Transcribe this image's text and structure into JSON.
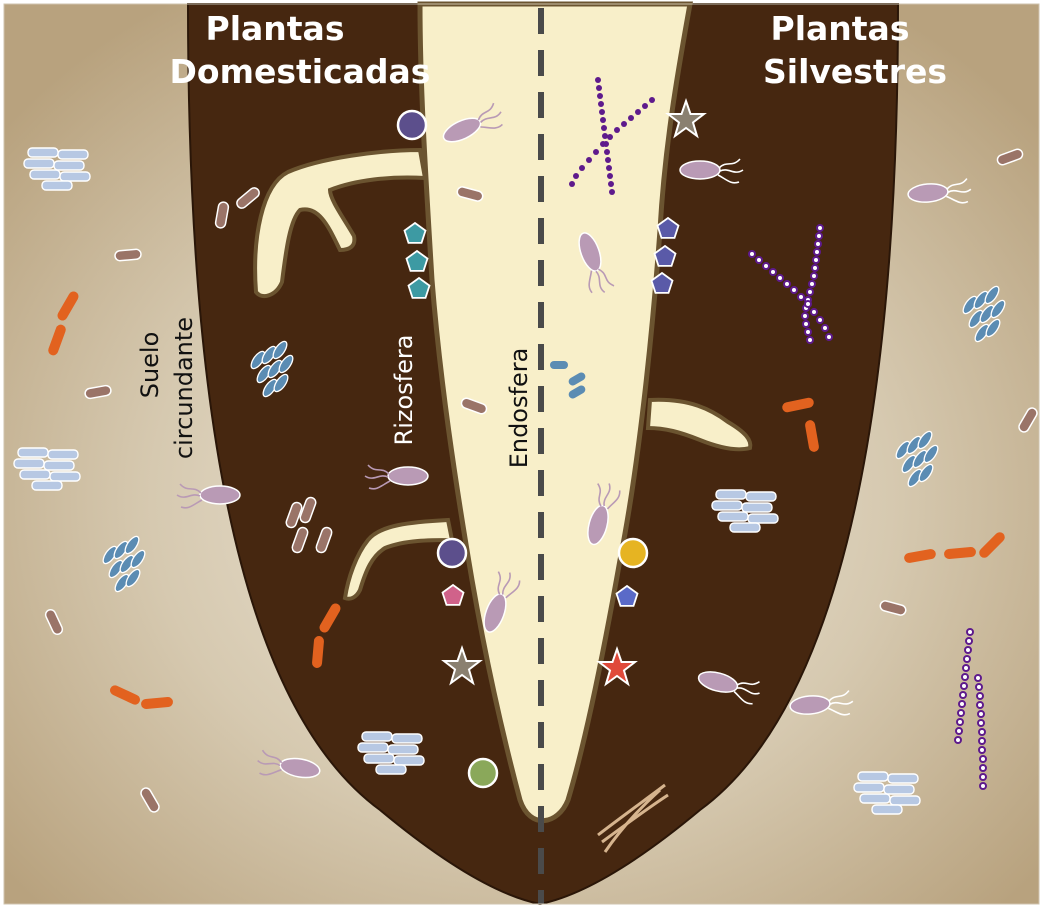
{
  "diagram": {
    "titles": {
      "left_line1": "Plantas",
      "left_line2": "Domesticadas",
      "right_line1": "Plantas",
      "right_line2": "Silvestres"
    },
    "zones": {
      "soil_line1": "Suelo",
      "soil_line2": "circundante",
      "rhizosphere": "Rizosfera",
      "endosphere": "Endosfera"
    },
    "colors": {
      "soil_light": "#e6dccb",
      "soil_dark": "#bba785",
      "rhizosphere": "#462710",
      "root": "#f8efc9",
      "root_edge": "#6b5430",
      "purple_circle": "#5c4f8c",
      "teal_pentagon": "#3d9aa3",
      "blue_pentagon": "#5a5aa8",
      "pink_pentagon": "#d0628a",
      "gray_star": "#8a8070",
      "red_star": "#e04a3a",
      "yellow_circle": "#e6b422",
      "green_circle": "#8aa85a",
      "rod_brown": "#9a7468",
      "rod_orange": "#e2621f",
      "rod_blue": "#5b8cb3",
      "rod_lightblue": "#b7c8e3",
      "flagellate": "#b99ab5",
      "chain_purple": "#5e1a8c"
    }
  }
}
